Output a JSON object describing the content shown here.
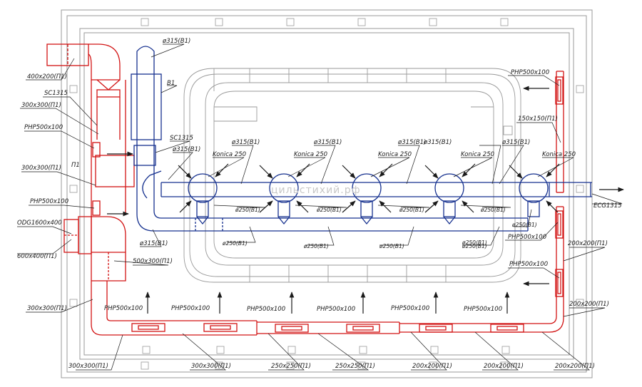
{
  "watermark": "цильстихий.рф",
  "colors": {
    "supply": "#d21414",
    "exhaust": "#16318f",
    "building": "#9a9a9a",
    "ink": "#1a1a1a"
  },
  "units": {
    "P1": "П1",
    "B1": "В1",
    "SC": "SC1315",
    "SC_exhaust": "SC1315",
    "ECG": "ECG1315",
    "ODG": "ODG1600x400"
  },
  "supply_labels": {
    "d400x200": "400x200(П1)",
    "d300x300_a": "300x300(П1)",
    "php_left_a": "PHP500x100",
    "d300x300_b": "300x300(П1)",
    "php_left_b": "PHP500x100",
    "d600x400": "600x400(П1)",
    "d500x300": "500x300(П1)",
    "d300x300_c": "300x300(П1)",
    "d300x300_d": "300x300(П1)",
    "d300x300_e": "300x300(П1)",
    "d250x250_a": "250x250(П1)",
    "d250x250_b": "250x250(П1)",
    "d200x200_a": "200x200(П1)",
    "d200x200_b": "200x200(П1)",
    "d200x200_c": "200x200(П1)",
    "d200x200_right_a": "200x200(П1)",
    "d200x200_right_b": "200x200(П1)",
    "d150x150": "150x150(П1)",
    "php_right_top": "PHP500x100",
    "php_right_mid": "PHP500x100",
    "php_right_low": "PHP500x100",
    "php_bottom": [
      "PHP500x100",
      "PHP500x100",
      "PHP500x100",
      "PHP500x100",
      "PHP500x100",
      "PHP500x100"
    ]
  },
  "exhaust_labels": {
    "d315_top": "ø315(В1)",
    "d315_vert": "ø315(В1)",
    "d315_low": "ø315(В1)",
    "d315_main": [
      "ø315(В1)",
      "ø315(В1)",
      "ø315(В1)",
      "ø315(В1)",
      "ø315(В1)"
    ],
    "konica": [
      "Konica 250",
      "Konica 250",
      "Konica 250",
      "Konica 250",
      "Konica 250"
    ],
    "d250_upper": [
      "ø250(В1)",
      "ø250(В1)",
      "ø250(В1)",
      "ø250(В1)",
      "ø250(В1)"
    ],
    "d250_lower": [
      "ø250(В1)",
      "ø250(В1)",
      "ø250(В1)",
      "ø250(В1)",
      "ø250(В1)"
    ]
  }
}
